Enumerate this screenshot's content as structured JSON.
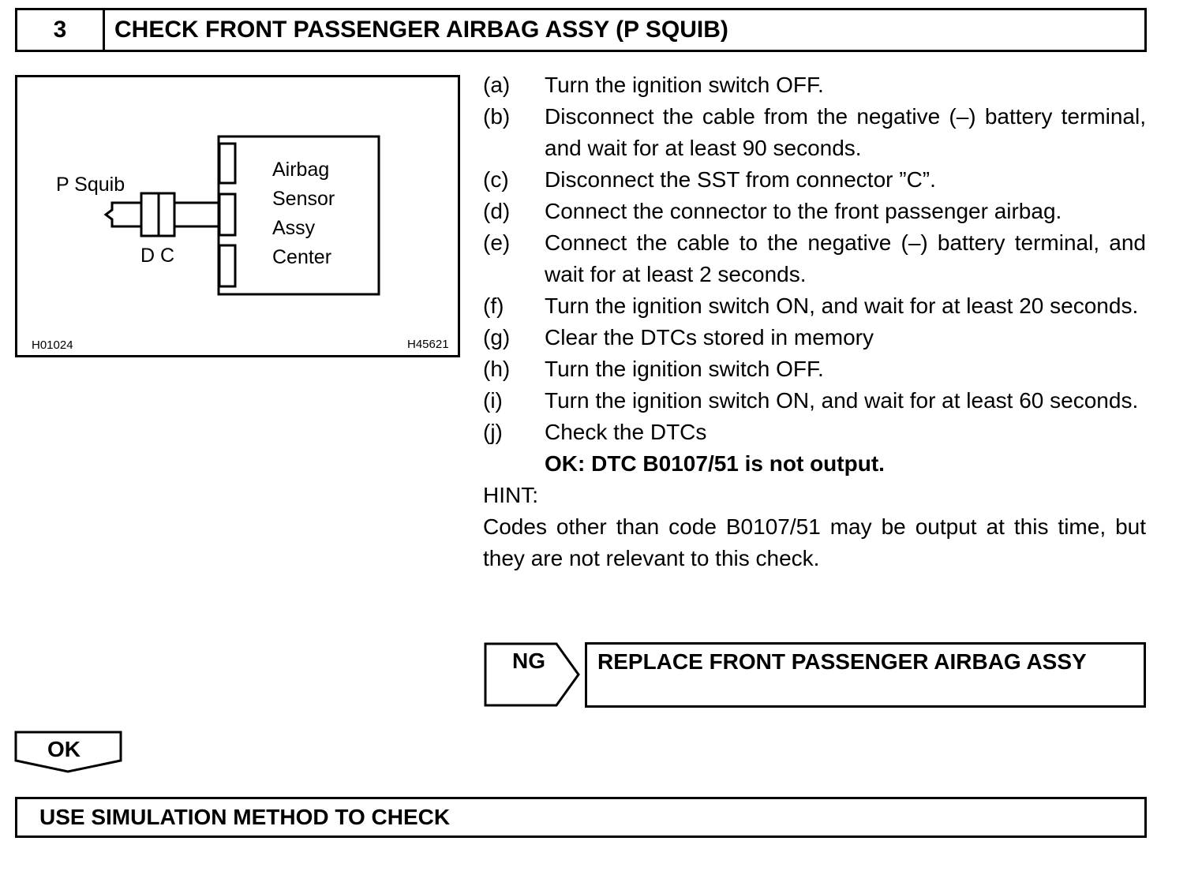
{
  "header": {
    "number": "3",
    "title": "CHECK FRONT PASSENGER AIRBAG ASSY (P SQUIB)"
  },
  "diagram": {
    "p_squib_label": "P Squib",
    "connector_label": "D C",
    "ecu_lines": [
      "Airbag",
      "Sensor",
      "Assy",
      "Center"
    ],
    "code_left": "H01024",
    "code_right": "H45621"
  },
  "steps": [
    {
      "letter": "(a)",
      "text": "Turn the ignition switch OFF."
    },
    {
      "letter": "(b)",
      "text": "Disconnect the cable from the negative (–) battery terminal, and wait for at least 90 seconds."
    },
    {
      "letter": "(c)",
      "text": "Disconnect the SST from connector ”C”."
    },
    {
      "letter": "(d)",
      "text": "Connect the connector to the front passenger airbag."
    },
    {
      "letter": "(e)",
      "text": "Connect the cable to the negative (–) battery terminal, and wait for at least 2 seconds."
    },
    {
      "letter": "(f)",
      "text": "Turn the ignition switch ON, and wait for at least 20 seconds."
    },
    {
      "letter": "(g)",
      "text": "Clear the DTCs stored in memory"
    },
    {
      "letter": "(h)",
      "text": "Turn the ignition switch OFF."
    },
    {
      "letter": "(i)",
      "text": "Turn the ignition switch ON, and wait for at least 60 seconds."
    },
    {
      "letter": "(j)",
      "text": "Check the DTCs"
    }
  ],
  "ok_spec": "OK: DTC B0107/51 is not output.",
  "hint_label": "HINT:",
  "hint_text": "Codes other than code B0107/51 may be output at this time, but they are not relevant to this check.",
  "ng": {
    "label": "NG",
    "action": "REPLACE FRONT PASSENGER AIRBAG ASSY"
  },
  "ok": {
    "label": "OK"
  },
  "next_step": "USE SIMULATION METHOD TO CHECK"
}
